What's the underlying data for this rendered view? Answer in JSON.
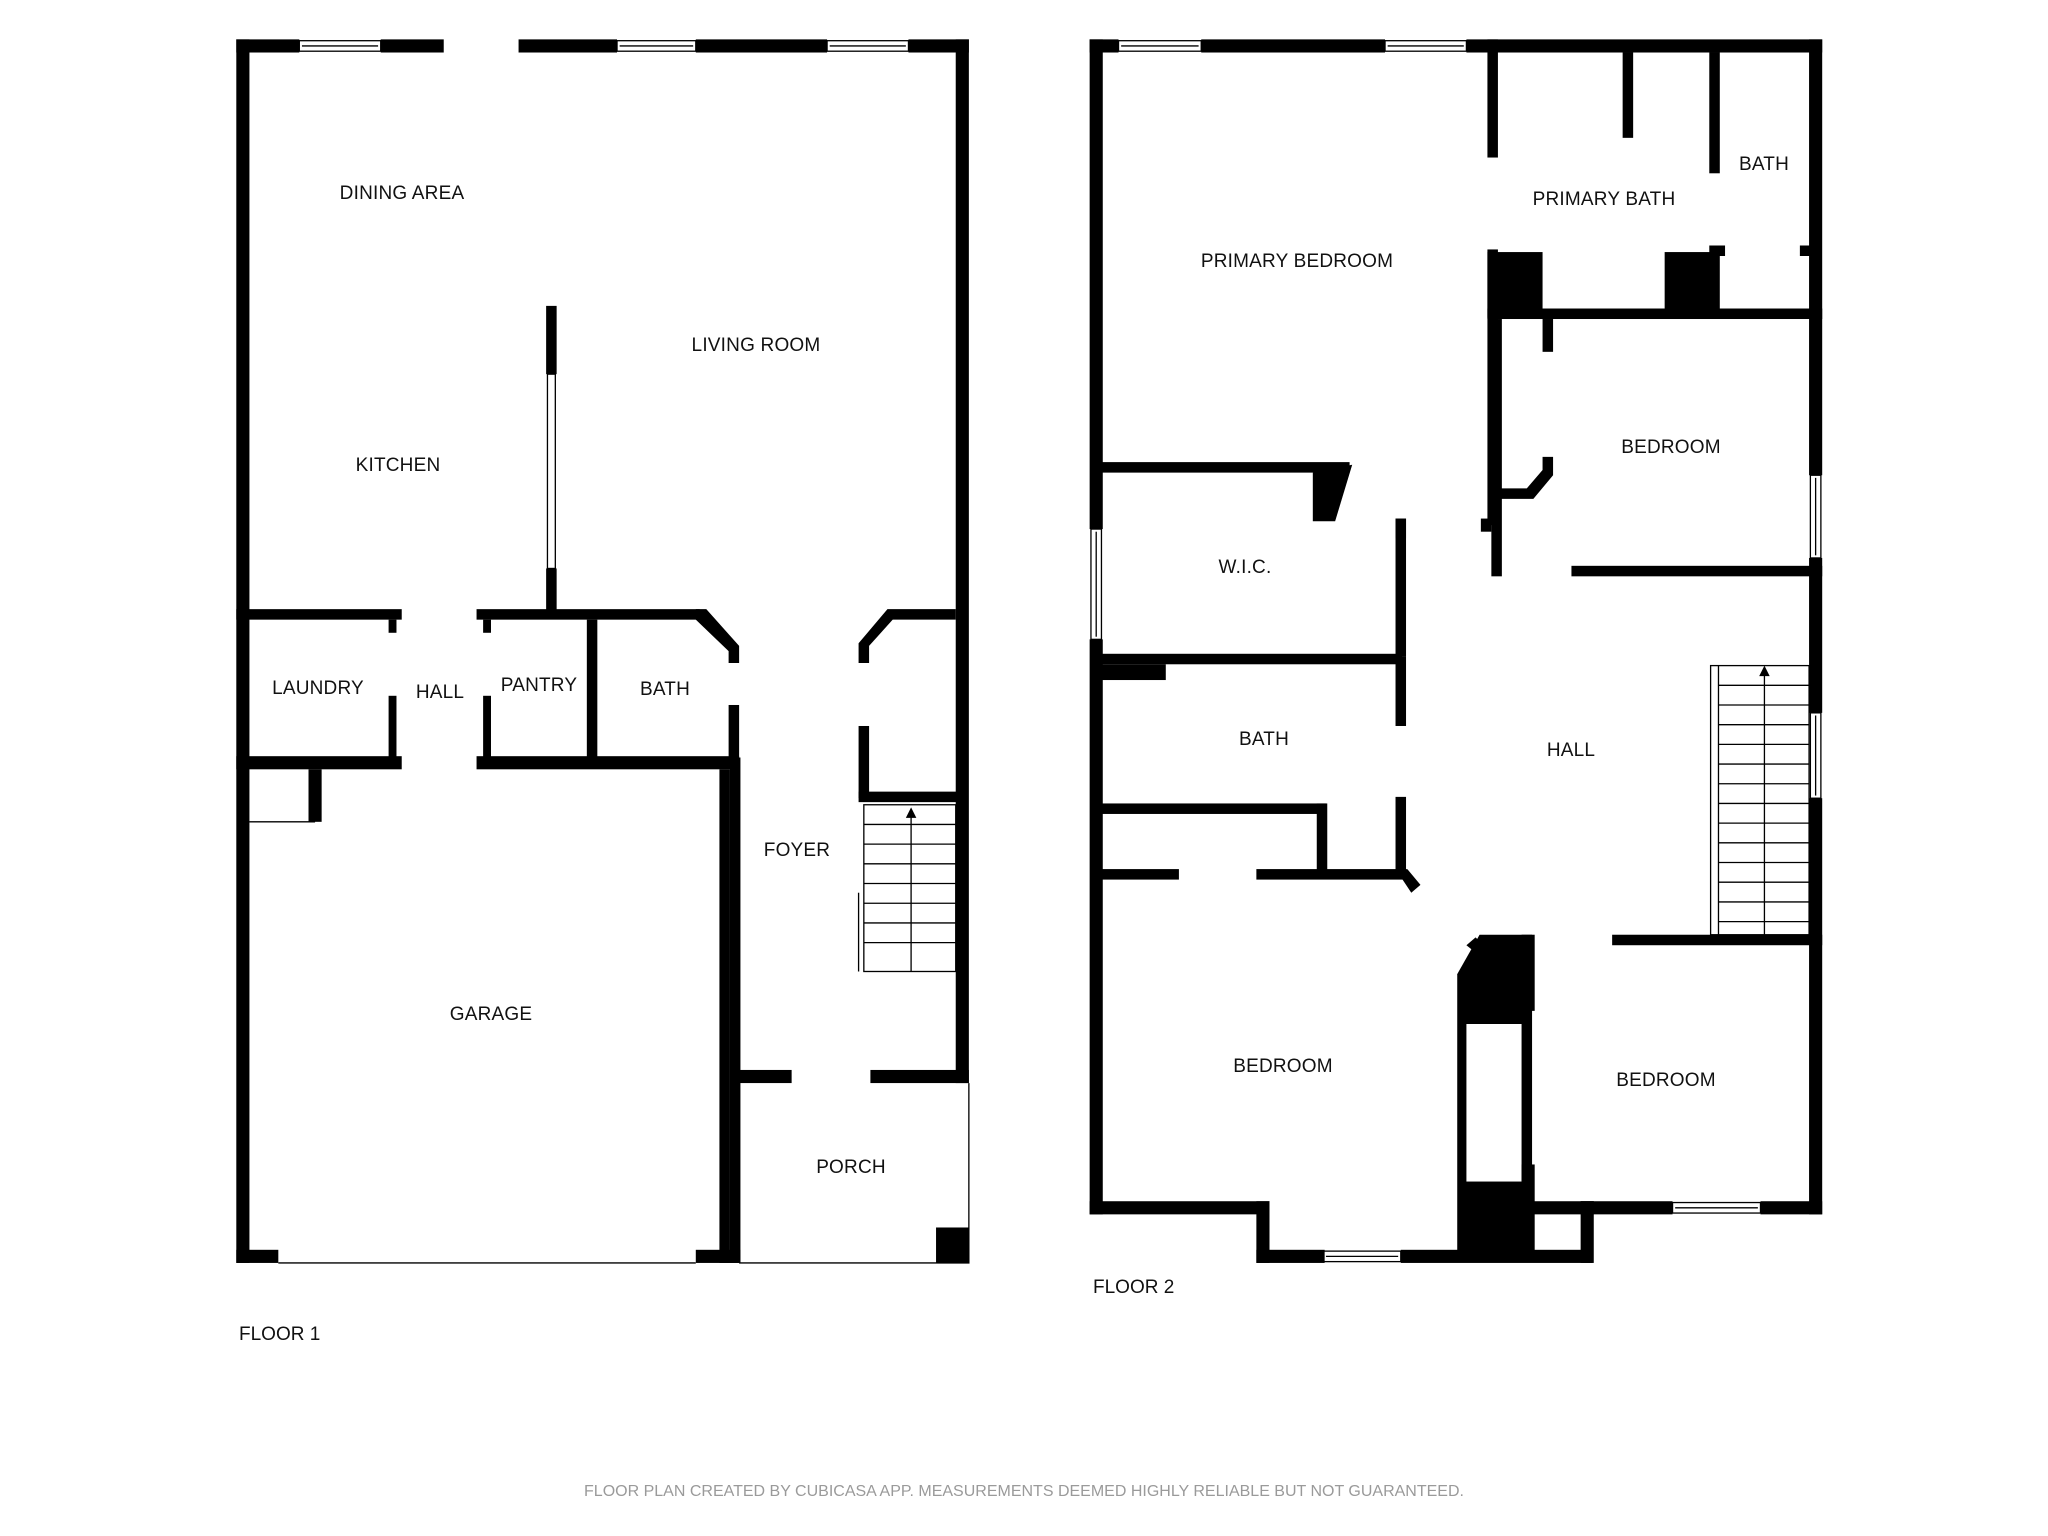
{
  "floor1": {
    "label": "FLOOR 1",
    "rooms": [
      {
        "name": "DINING AREA"
      },
      {
        "name": "LIVING ROOM"
      },
      {
        "name": "KITCHEN"
      },
      {
        "name": "LAUNDRY"
      },
      {
        "name": "HALL"
      },
      {
        "name": "PANTRY"
      },
      {
        "name": "BATH"
      },
      {
        "name": "FOYER"
      },
      {
        "name": "GARAGE"
      },
      {
        "name": "PORCH"
      }
    ]
  },
  "floor2": {
    "label": "FLOOR 2",
    "rooms": [
      {
        "name": "PRIMARY BEDROOM"
      },
      {
        "name": "PRIMARY BATH"
      },
      {
        "name": "BATH"
      },
      {
        "name": "BEDROOM"
      },
      {
        "name": "W.I.C."
      },
      {
        "name": "BATH"
      },
      {
        "name": "HALL"
      },
      {
        "name": "BEDROOM"
      },
      {
        "name": "BEDROOM"
      }
    ]
  },
  "footer": {
    "disclaimer": "FLOOR PLAN CREATED BY CUBICASA APP. MEASUREMENTS DEEMED HIGHLY RELIABLE BUT NOT GUARANTEED."
  },
  "colors": {
    "wall": "#000000",
    "background": "#ffffff",
    "footer_text": "#9a9a9a"
  }
}
